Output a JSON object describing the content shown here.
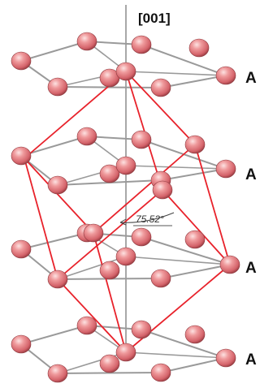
{
  "axis": {
    "label": "[001]"
  },
  "layers": [
    {
      "label": "A"
    },
    {
      "label": "A"
    },
    {
      "label": "A"
    },
    {
      "label": "A"
    }
  ],
  "angle": {
    "label": "75.52°"
  },
  "colors": {
    "atom": "#e57a7e",
    "atom_highlight": "#fbd5d5",
    "atom_shadow": "#b04a50",
    "hex_bond": "#9a9a9a",
    "rhombohedral_cell": "#e8222b",
    "axis_line": "#a8a8a8",
    "label_text": "#111111"
  }
}
